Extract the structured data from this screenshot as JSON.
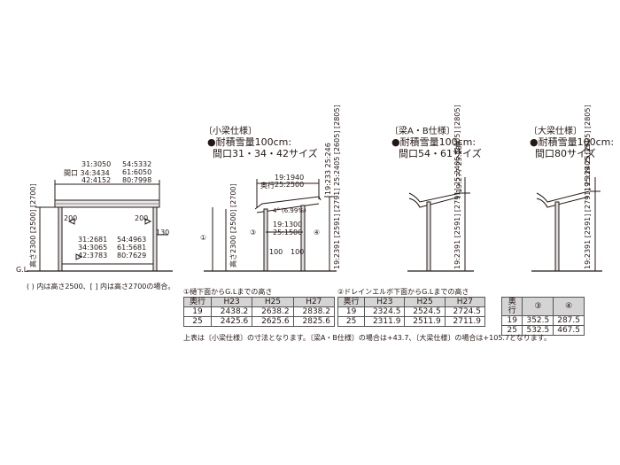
{
  "left_view": {
    "dims_top": [
      "31:3050",
      "54:5332",
      "間口 34:3434",
      "61:6050",
      "42:4152",
      "80:7998"
    ],
    "dims_inner": [
      "31:2681",
      "54:4963",
      "34:3065",
      "61:5681",
      "42:3783",
      "80:7629"
    ],
    "post_spacing_left": "200",
    "post_spacing_right": "200",
    "side_overhang": "130",
    "height_label": "高さ2300 [2500] [2700]",
    "ground_label": "G.L",
    "note": "(  ) 内は高さ2500、[  ] 内は高さ2700の場合。"
  },
  "small_beam": {
    "title": "〔小梁仕様〕",
    "snow": "●耐積雪量100cm:",
    "sizes": "間口31・34・42サイズ",
    "depth_label": "奥行",
    "depth_1": "19:1940",
    "depth_2": "25:2500",
    "slope_deg": "4°",
    "slope_pct": "(6.99%)",
    "span_1": "19:1300",
    "span_2": "25:1500",
    "offset_1": "100",
    "offset_2": "100",
    "mark_1": "①",
    "mark_3": "③",
    "mark_4": "④",
    "height_label": "高さ2300 [2500] [2700]",
    "top_dims": "19:233 25:246",
    "vert_dims": "19:2391 [2591] [2791] 25:2405 [2605] [2805]"
  },
  "beam_ab": {
    "title": "〔梁A・B仕様〕",
    "snow": "●耐積雪量100cm:",
    "sizes": "間口54・61サイズ",
    "top_dims": "19:277 25:289",
    "vert_dims": "19:2391 [2591] [2791] 25:2405 [2605] [2805]"
  },
  "big_beam": {
    "title": "〔大梁仕様〕",
    "snow": "●耐積雪量100cm:",
    "sizes": "間口80サイズ",
    "top_dims": "19:339 25:351",
    "vert_dims": "19:2391 [2591] [2791] 25:2405 [2605] [2805]"
  },
  "table1": {
    "caption": "①樋下面からG.Lまでの高さ",
    "headers": [
      "奥行",
      "H23",
      "H25",
      "H27"
    ],
    "rows": [
      [
        "19",
        "2438.2",
        "2638.2",
        "2838.2"
      ],
      [
        "25",
        "2425.6",
        "2625.6",
        "2825.6"
      ]
    ]
  },
  "table2": {
    "caption": "②ドレインエルボ下面からG.Lまでの高さ",
    "headers": [
      "奥行",
      "H23",
      "H25",
      "H27"
    ],
    "rows": [
      [
        "19",
        "2324.5",
        "2524.5",
        "2724.5"
      ],
      [
        "25",
        "2311.9",
        "2511.9",
        "2711.9"
      ]
    ]
  },
  "table3": {
    "headers": [
      "奥行",
      "③",
      "④"
    ],
    "rows": [
      [
        "19",
        "352.5",
        "287.5"
      ],
      [
        "25",
        "532.5",
        "467.5"
      ]
    ]
  },
  "footnote": "上表は〔小梁仕様〕の寸法となります。〔梁A・B仕様〕の場合は+43.7、〔大梁仕様〕の場合は+105.7となります。"
}
